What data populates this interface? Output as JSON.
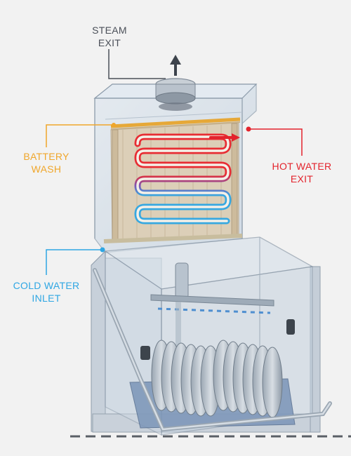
{
  "labels": {
    "steam_exit": [
      "STEAM",
      "EXIT"
    ],
    "battery_wash": [
      "BATTERY",
      "WASH"
    ],
    "hot_water_exit": [
      "HOT WATER",
      "EXIT"
    ],
    "cold_water_inlet": [
      "COLD WATER",
      "INLET"
    ]
  },
  "colors": {
    "background": "#f2f2f2",
    "steam": "#4a4f58",
    "battery_wash": "#f0a62a",
    "hot_water": "#e3232c",
    "cold_water": "#2ea6e3",
    "machine_outline": "#8a9aac",
    "glass": "#c9d6e3",
    "coil_back": "#d9cbb2"
  }
}
